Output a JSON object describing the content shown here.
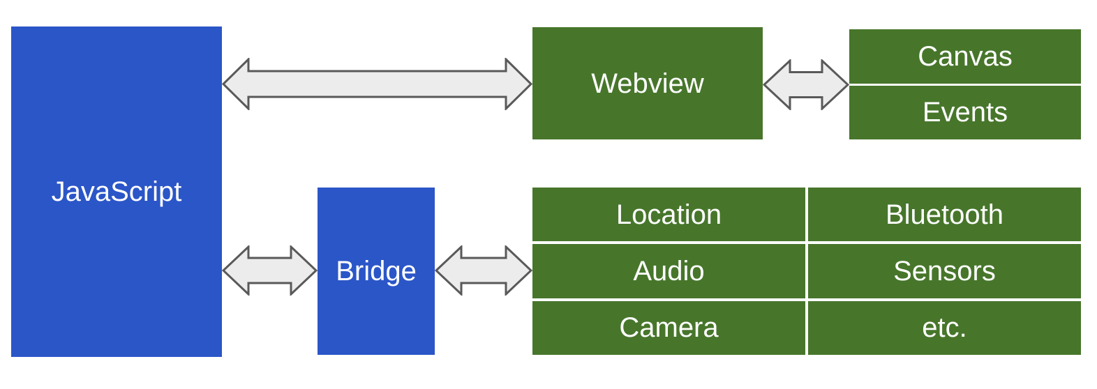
{
  "diagram": {
    "type": "architecture-diagram",
    "nodes": {
      "javascript": "JavaScript",
      "webview": "Webview",
      "canvas": "Canvas",
      "events": "Events",
      "bridge": "Bridge"
    },
    "capabilities": [
      "Location",
      "Bluetooth",
      "Audio",
      "Sensors",
      "Camera",
      "etc."
    ],
    "edges": [
      {
        "from": "JavaScript",
        "to": "Webview",
        "type": "bidirectional"
      },
      {
        "from": "Webview",
        "to": "Canvas/Events",
        "type": "bidirectional"
      },
      {
        "from": "JavaScript",
        "to": "Bridge",
        "type": "bidirectional"
      },
      {
        "from": "Bridge",
        "to": "Location/Bluetooth/Audio/Sensors/Camera/etc.",
        "type": "bidirectional"
      }
    ]
  },
  "colors": {
    "blue": "#2b56c8",
    "green": "#47762b",
    "arrow_fill": "#ececec",
    "arrow_stroke": "#595959",
    "text": "#ffffff"
  }
}
